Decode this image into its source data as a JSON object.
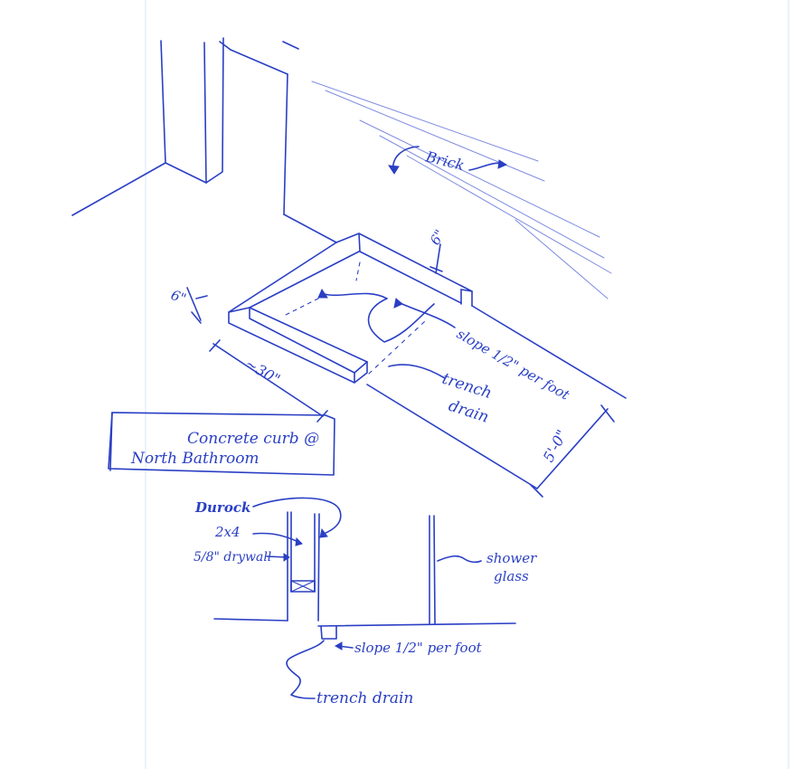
{
  "labels": {
    "brick": "Brick",
    "six_inch_top": "6\"",
    "six_inch_left": "6\"",
    "thirty_inch": "~30\"",
    "slope_upper": "slope 1/2\" per foot",
    "trench_drain_upper": "trench",
    "trench_drain_upper_2": "drain",
    "five_foot": "5'-0\"",
    "title_line1": "Concrete curb @",
    "title_line2": "North Bathroom",
    "durock": "Durock",
    "two_by_four": "2x4",
    "drywall": "5/8\" drywall",
    "shower_glass_1": "shower",
    "shower_glass_2": "glass",
    "slope_lower": "slope 1/2\" per foot",
    "trench_drain_lower": "trench drain"
  },
  "colors": {
    "ink": "#2a3fc4",
    "paper": "#ffffff",
    "margin_rule": "#d7e4f7"
  }
}
